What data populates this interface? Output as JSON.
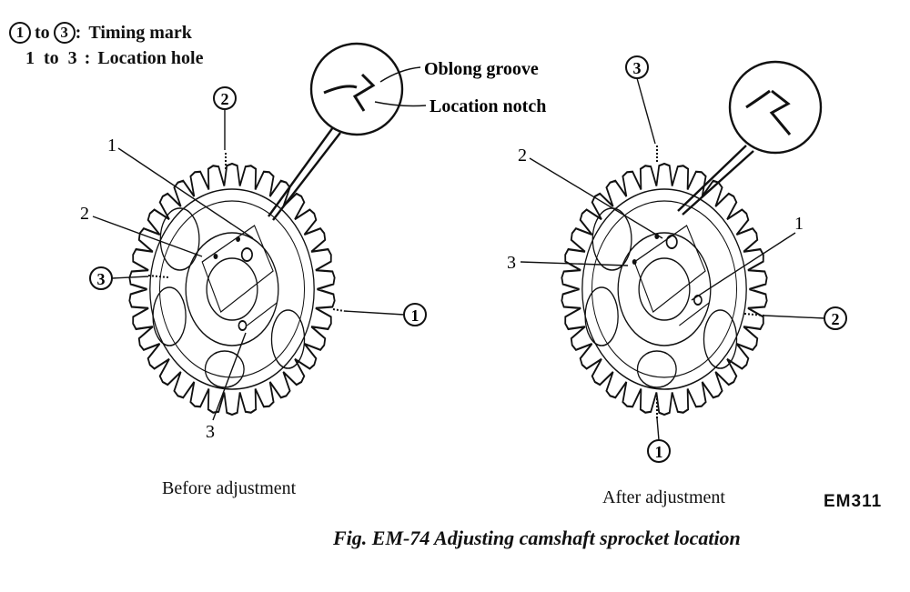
{
  "legend": {
    "timing_first": "1",
    "to_word": "to",
    "timing_last": "3",
    "timing_suffix": ":",
    "timing_label": "Timing mark",
    "hole_first": "1",
    "hole_to": "to",
    "hole_last": "3",
    "hole_suffix": ":",
    "hole_label": "Location hole"
  },
  "callouts": {
    "oblong_groove": "Oblong groove",
    "location_notch": "Location notch"
  },
  "before": {
    "caption": "Before adjustment",
    "mark_top": "2",
    "mark_left": "3",
    "mark_right": "1",
    "hole_1": "1",
    "hole_2": "2",
    "hole_3": "3"
  },
  "after": {
    "caption": "After adjustment",
    "mark_top": "3",
    "mark_right": "2",
    "mark_bottom": "1",
    "hole_1": "1",
    "hole_2": "2",
    "hole_3": "3"
  },
  "figure_code": "EM311",
  "figure_caption": "Fig. EM-74  Adjusting camshaft sprocket location"
}
